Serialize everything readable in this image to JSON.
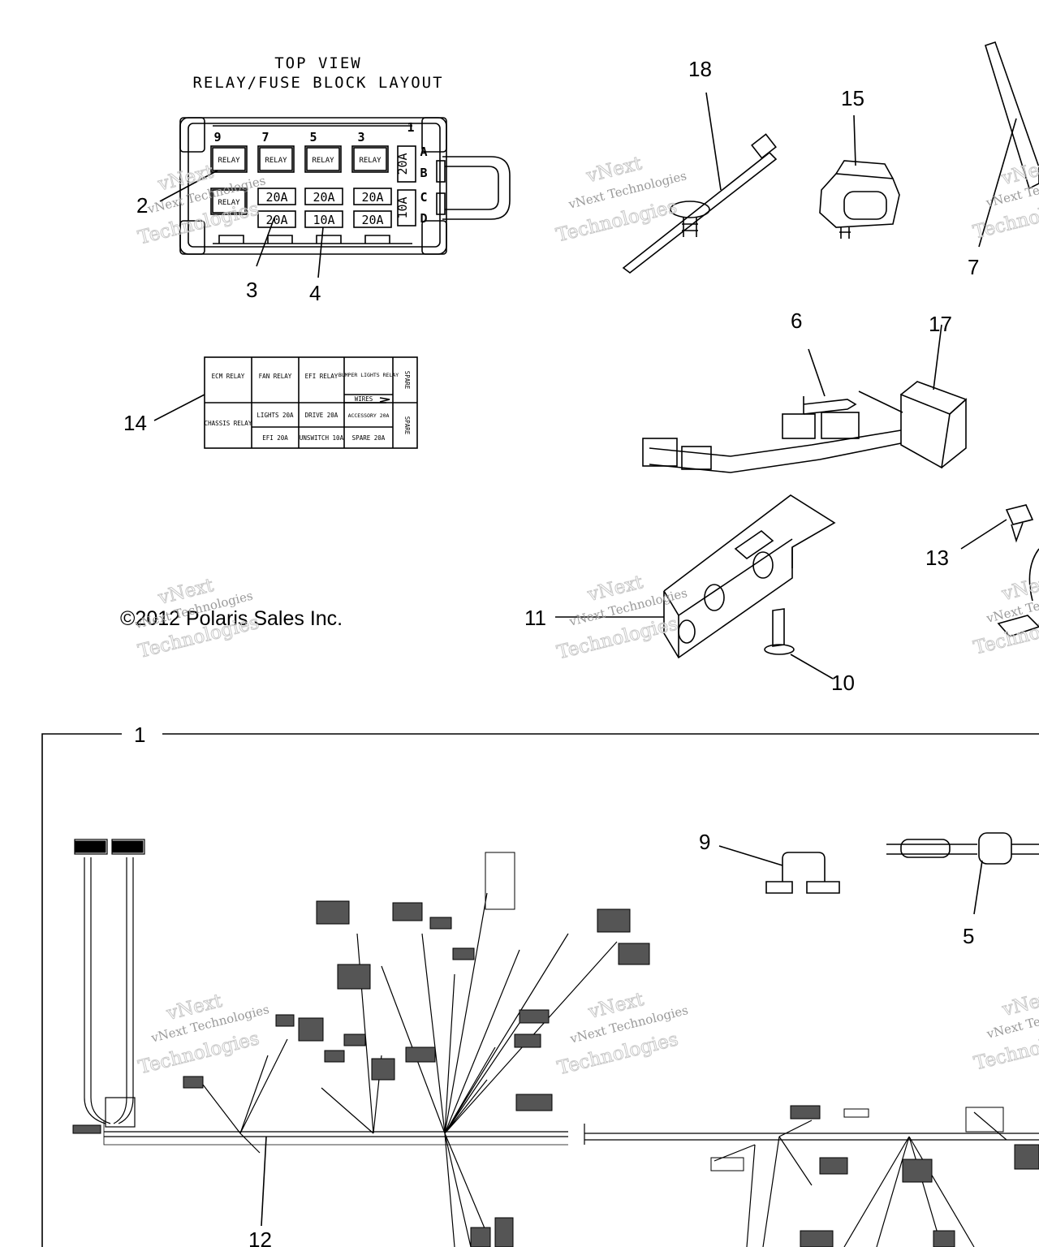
{
  "title": {
    "line1": "TOP VIEW",
    "line2": "RELAY/FUSE BLOCK LAYOUT"
  },
  "copyright": "©2012 Polaris Sales Inc.",
  "watermark": {
    "line1": "vNext Technologies",
    "line2": "vNext",
    "line3": "Technologies"
  },
  "callouts": [
    "1",
    "2",
    "3",
    "4",
    "5",
    "6",
    "7",
    "9",
    "10",
    "11",
    "12",
    "13",
    "14",
    "15",
    "17",
    "18"
  ],
  "fuse_block": {
    "top_numbers": [
      "9",
      "7",
      "5",
      "3",
      "1"
    ],
    "side_letters": [
      "A",
      "B",
      "C",
      "D"
    ],
    "relay_label": "RELAY",
    "fuse_row1": [
      "20A",
      "20A",
      "20A"
    ],
    "fuse_row2": [
      "20A",
      "10A",
      "20A"
    ],
    "side_fuse_top": "20A",
    "side_fuse_bottom": "10A"
  },
  "label_table": {
    "r1": [
      "ECM RELAY",
      "FAN RELAY",
      "EFI RELAY",
      "BUMPER LIGHTS RELAY",
      "SPARE"
    ],
    "wires": "WIRES",
    "r2a": [
      "CHASSIS RELAY",
      "LIGHTS 20A",
      "DRIVE 20A",
      "ACCESSORY 20A",
      "SPARE"
    ],
    "r2b": [
      "EFI 20A",
      "UNSWITCH 10A",
      "SPARE 20A"
    ]
  }
}
